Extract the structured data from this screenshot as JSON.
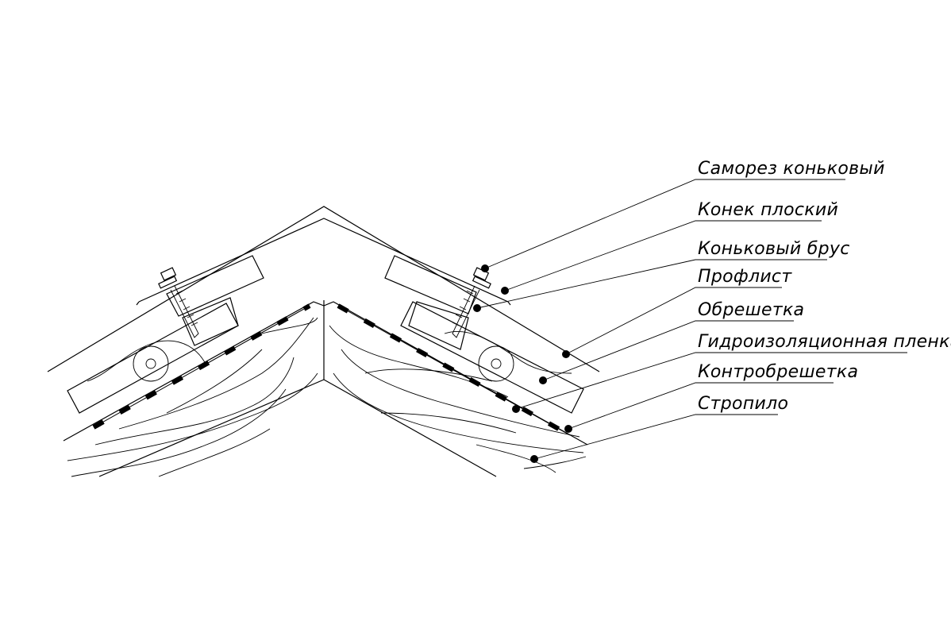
{
  "diagram": {
    "callouts": [
      {
        "id": "samorez",
        "label": "Саморез коньковый"
      },
      {
        "id": "konek",
        "label": "Конек плоский"
      },
      {
        "id": "brus",
        "label": "Коньковый брус"
      },
      {
        "id": "proflist",
        "label": "Профлист"
      },
      {
        "id": "obreshetka",
        "label": "Обрешетка"
      },
      {
        "id": "plenka",
        "label": "Гидроизоляционная пленка"
      },
      {
        "id": "kontrobreshetka",
        "label": "Контробрешетка"
      },
      {
        "id": "stropilo",
        "label": "Стропило"
      }
    ]
  }
}
